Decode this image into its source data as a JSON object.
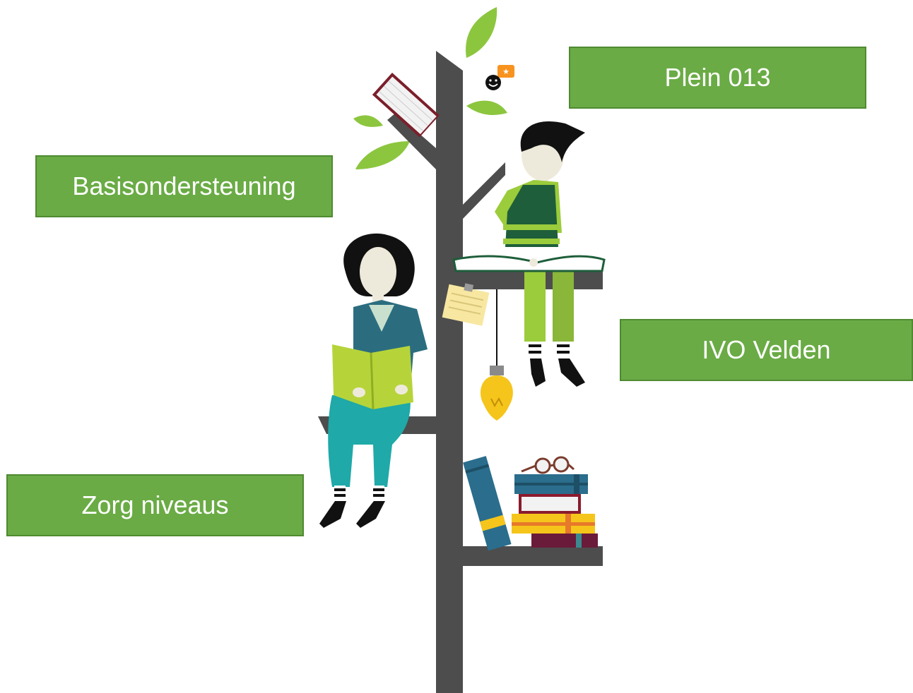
{
  "colors": {
    "box_fill": "#6aab45",
    "box_border": "#4f8a31",
    "tree": "#4d4d4d",
    "leaf": "#8cc63f",
    "bulb": "#f5c51b"
  },
  "labels": {
    "plein": "Plein 013",
    "basis": "Basisondersteuning",
    "ivo": "IVO Velden",
    "zorg": "Zorg niveaus"
  }
}
